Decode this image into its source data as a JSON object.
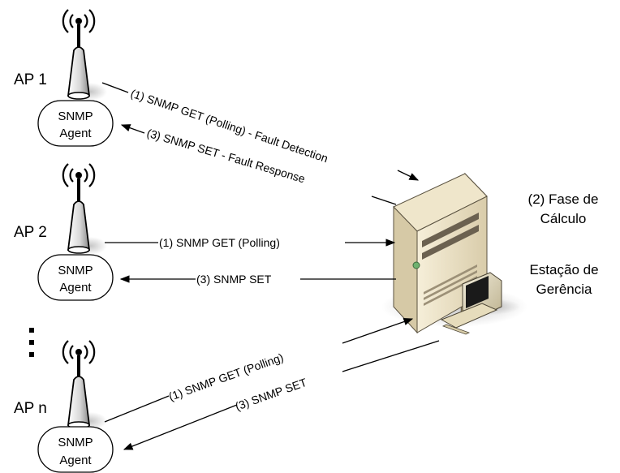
{
  "aps": [
    {
      "label": "AP 1",
      "agent": [
        "SNMP",
        "Agent"
      ]
    },
    {
      "label": "AP 2",
      "agent": [
        "SNMP",
        "Agent"
      ]
    },
    {
      "label": "AP n",
      "agent": [
        "SNMP",
        "Agent"
      ]
    }
  ],
  "ellipsis": "⋮",
  "messages": {
    "ap1_get": "(1) SNMP GET (Polling) - Fault Detection",
    "ap1_set": "(3) SNMP SET - Fault Response",
    "ap2_get": "(1) SNMP GET (Polling)",
    "ap2_set": "(3) SNMP SET",
    "apn_get": "(1) SNMP GET (Polling)",
    "apn_set": "(3) SNMP SET"
  },
  "station": {
    "phase": [
      "(2) Fase de",
      "Cálculo"
    ],
    "name": [
      "Estação de",
      "Gerência"
    ]
  }
}
